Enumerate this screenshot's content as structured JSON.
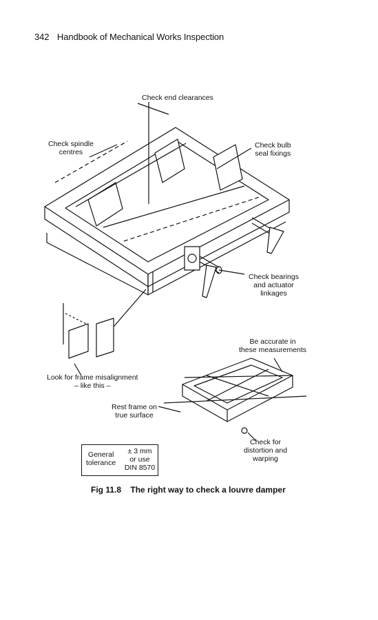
{
  "header": {
    "page_number": "342",
    "running_title": "Handbook of Mechanical Works Inspection"
  },
  "labels": {
    "end_clearances": "Check end clearances",
    "spindle_1": "Check spindle",
    "spindle_2": "centres",
    "bulb_1": "Check bulb",
    "bulb_2": "seal fixings",
    "bearings_1": "Check bearings",
    "bearings_2": "and actuator",
    "bearings_3": "linkages",
    "accurate_1": "Be accurate in",
    "accurate_2": "these measurements",
    "misalign_1": "Look for frame misalignment",
    "misalign_2": "– like this –",
    "rest_1": "Rest frame on",
    "rest_2": "true surface",
    "distortion_1": "Check for",
    "distortion_2": "distortion and",
    "distortion_3": "warping"
  },
  "tolerance": {
    "left_1": "General",
    "left_2": "tolerance",
    "right_1": "± 3 mm",
    "right_2": "or use",
    "right_3": "DIN 8570"
  },
  "caption": {
    "number": "Fig 11.8",
    "text": "The right way to check a louvre damper"
  }
}
